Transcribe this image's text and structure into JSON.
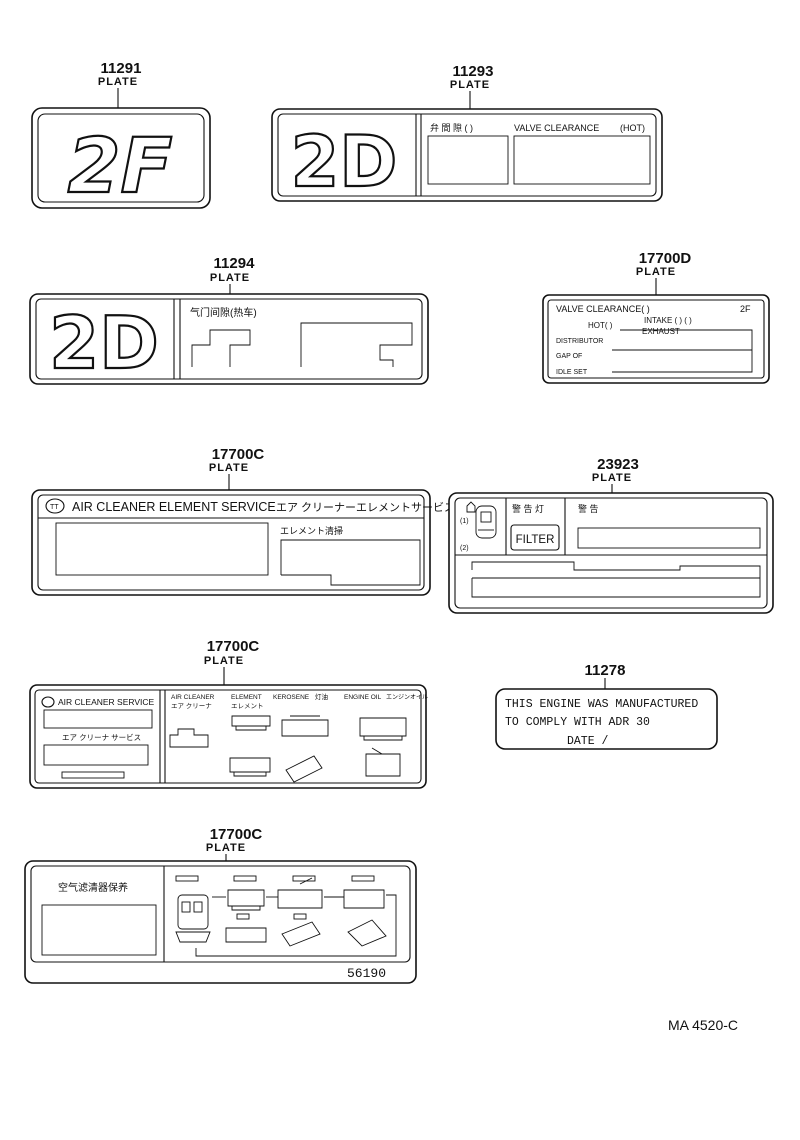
{
  "parts": [
    {
      "number": "11291",
      "label": "PLATE",
      "emblem": "2F"
    },
    {
      "number": "11293",
      "label": "PLATE",
      "emblem": "2D",
      "header_jp": "弁 間 隙 (   )",
      "header": "VALVE CLEARANCE",
      "header_hot": "(HOT)"
    },
    {
      "number": "11294",
      "label": "PLATE",
      "emblem": "2D",
      "header_cn": "气门间隙(热车)"
    },
    {
      "number": "17700D",
      "label": "PLATE",
      "line1": "VALVE  CLEARANCE(        )",
      "engine": "2F",
      "hot": "HOT(      )",
      "intake": "INTAKE (      )      (      )",
      "exhaust": "EXHAUST",
      "distributor": "DISTRIBUTOR",
      "gap": "GAP OF",
      "idle": "IDLE SET"
    },
    {
      "number": "17700C",
      "label": "PLATE",
      "title_en": "AIR CLEANER ELEMENT SERVICE",
      "title_jp": "エア クリーナーエレメントサービス",
      "subtitle_jp": "エレメント清掃"
    },
    {
      "number": "23923",
      "label": "PLATE",
      "header_jp1": "警 告 灯",
      "header_jp2": "警 告",
      "button": "FILTER",
      "marker1": "(1)",
      "marker2": "(2)"
    },
    {
      "number": "17700C",
      "label": "PLATE",
      "left_title": "AIR CLEANER SERVICE",
      "left_jp": "エア クリーナ サービス",
      "col1": "AIR CLEANER",
      "col1_jp": "エア クリーナ",
      "col2": "ELEMENT",
      "col2_jp": "エレメント",
      "col3": "KEROSENE",
      "col3_jp": "灯油",
      "col4": "ENGINE OIL",
      "col4_jp": "エンジンオイル"
    },
    {
      "number": "11278",
      "label": "",
      "line1": "THIS ENGINE WAS MANUFACTURED",
      "line2": "TO COMPLY WITH ADR 30",
      "line3": "DATE      /"
    },
    {
      "number": "17700C",
      "label": "PLATE",
      "title_cn": "空气滤清器保养",
      "footer": "56190"
    }
  ],
  "reference": "MA  4520-C"
}
